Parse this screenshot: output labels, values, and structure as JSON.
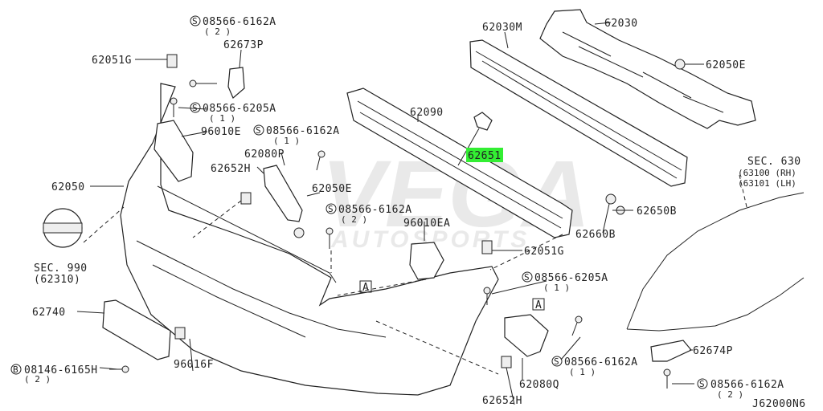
{
  "watermark": {
    "main": "VEGA",
    "sub": "AUTOSPORTS"
  },
  "diagram_code": "J62000N6",
  "labels": {
    "p62051g_a": "62051G",
    "s08566_6162a_top": "08566-6162A",
    "s08566_6162a_top_qty": "( 2 )",
    "p62673p": "62673P",
    "s08566_6205a_top": "08566-6205A",
    "s08566_6205a_top_qty": "( 1 )",
    "p96010e": "96010E",
    "s08566_6162a_mid": "08566-6162A",
    "s08566_6162a_mid_qty": "( 1 )",
    "p62080p": "62080P",
    "p62652h_a": "62652H",
    "p62050": "62050",
    "p62050e_a": "62050E",
    "s08566_6162a_c": "08566-6162A",
    "s08566_6162a_c_qty": "( 2 )",
    "sec990": "SEC. 990",
    "sec990_ref": "(62310)",
    "p62740": "62740",
    "b08146_6165h": "08146-6165H",
    "b08146_6165h_qty": "( 2 )",
    "p96016f": "96016F",
    "p62090": "62090",
    "p62651": "62651",
    "p96010ea": "96010EA",
    "p62051g_b": "62051G",
    "s08566_6205a_b": "08566-6205A",
    "s08566_6205a_b_qty": "( 1 )",
    "p62080q": "62080Q",
    "s08566_6162a_d": "08566-6162A",
    "s08566_6162a_d_qty": "( 1 )",
    "p62652h_b": "62652H",
    "p62030m": "62030M",
    "p62030": "62030",
    "p62050e_b": "62050E",
    "p62650b": "62650B",
    "p62660b": "62660B",
    "sec630": "SEC. 630",
    "sec630_rh": "(63100 (RH)",
    "sec630_lh": "(63101 (LH)",
    "p62674p": "62674P",
    "s08566_6162a_e": "08566-6162A",
    "s08566_6162a_e_qty": "( 2 )",
    "ref_a": "A",
    "ref_s": "S",
    "ref_b": "B"
  },
  "highlight_color": "#33ee33"
}
